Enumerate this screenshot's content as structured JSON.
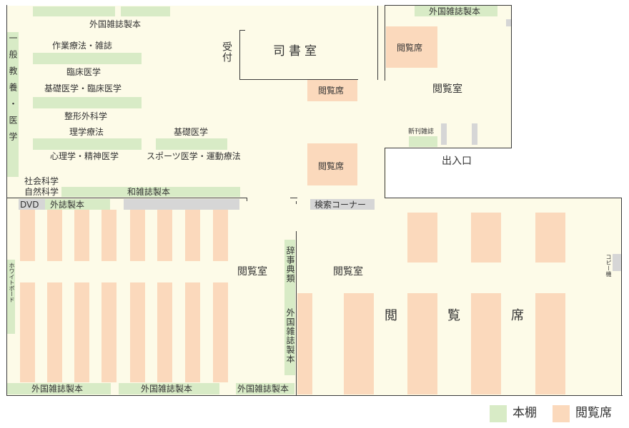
{
  "labels": {
    "foreign_bound_top": "外国雑誌製本",
    "foreign_bound_topright": "外国雑誌製本",
    "ot_journal": "作業療法・雑誌",
    "clinical": "臨床医学",
    "basic_clinical": "基礎医学・臨床医学",
    "orthopedics": "整形外科学",
    "pt": "理学療法",
    "basic": "基礎医学",
    "psych": "心理学・精神医学",
    "sports": "スポーツ医学・運動療法",
    "general": "一般教養・医学",
    "social": "社会科学",
    "natural": "自然科学",
    "jp_bound": "和雑誌製本",
    "dvd": "DVD",
    "foreign_bound_mid": "外誌製本",
    "reception": "受付",
    "librarian": "司書室",
    "seats_a": "閲覧席",
    "seats_b": "閲覧席",
    "seats_c": "閲覧席",
    "reading_top": "閲覧室",
    "new_journals": "新刊雑誌",
    "entrance": "出入口",
    "search_corner": "検索コーナー",
    "whiteboard": "ホワイトボード",
    "reading_left": "閲覧室",
    "reading_right": "閲覧室",
    "dictionaries": "辞事典類",
    "foreign_journal_bound_v": "外国雑誌製本",
    "seat_big_1": "閲",
    "seat_big_2": "覧",
    "seat_big_3": "席",
    "copier": "コピー機",
    "foreign_bound_b1": "外国雑誌製本",
    "foreign_bound_b2": "外国雑誌製本",
    "foreign_bound_b3": "外国雑誌製本"
  },
  "legend": {
    "shelf_label": "本棚",
    "seat_label": "閲覧席"
  },
  "colors": {
    "room_floor": "#fdfbe8",
    "bookshelf": "#d8ebc6",
    "reading_seat": "#fbd9bc",
    "equipment": "#d6d6d6",
    "wall": "#3a3a3a"
  }
}
